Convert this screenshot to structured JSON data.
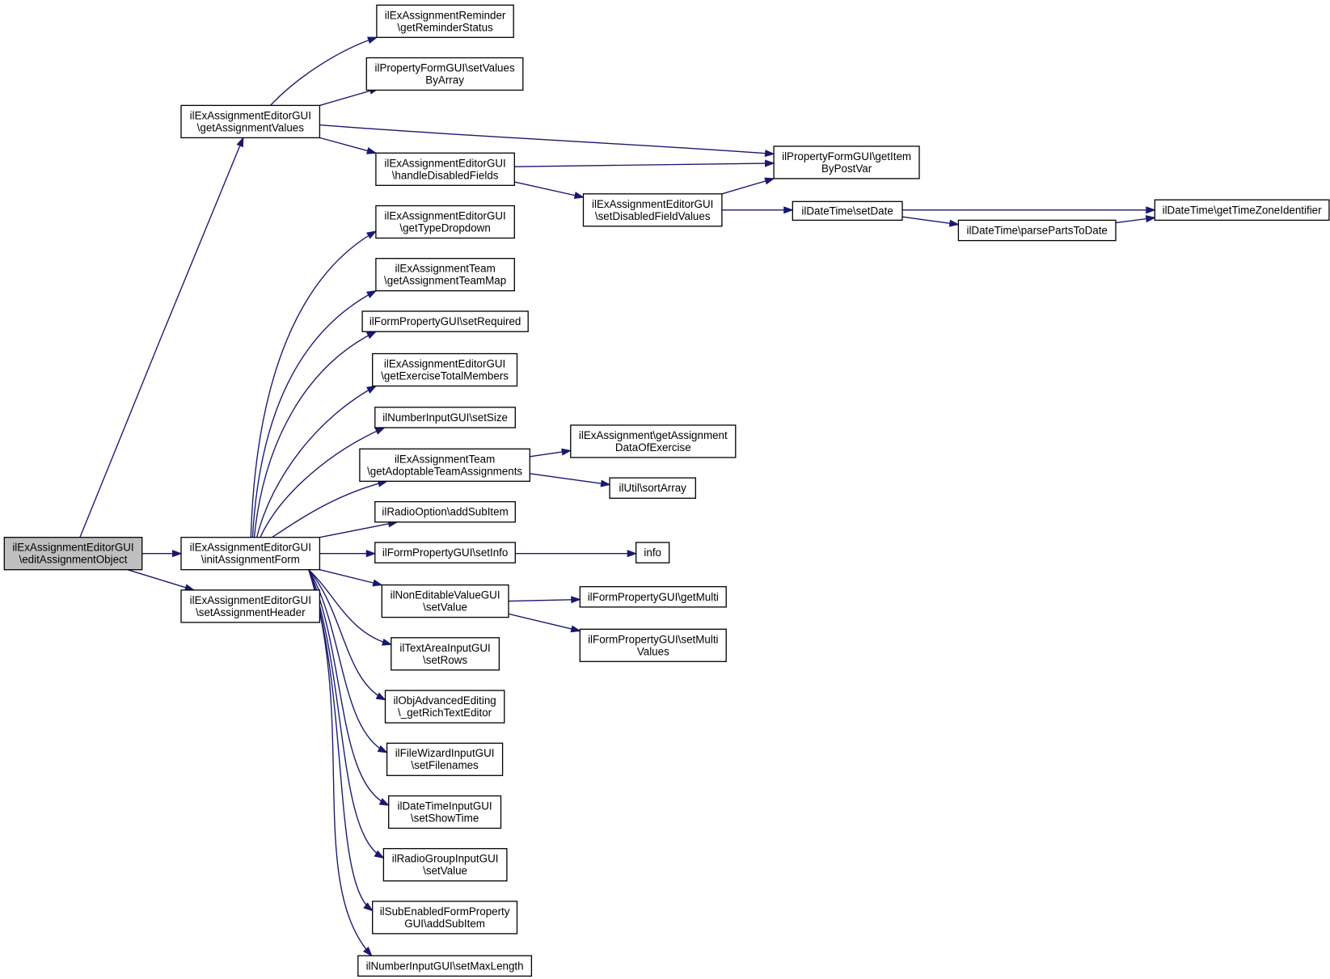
{
  "nodes": [
    {
      "id": "edit",
      "lines": [
        "ilExAssignmentEditorGUI",
        "\\editAssignmentObject"
      ],
      "root": true
    },
    {
      "id": "getAssignmentValues",
      "lines": [
        "ilExAssignmentEditorGUI",
        "\\getAssignmentValues"
      ]
    },
    {
      "id": "initAssignmentForm",
      "lines": [
        "ilExAssignmentEditorGUI",
        "\\initAssignmentForm"
      ]
    },
    {
      "id": "setAssignmentHeader",
      "lines": [
        "ilExAssignmentEditorGUI",
        "\\setAssignmentHeader"
      ]
    },
    {
      "id": "getReminderStatus",
      "lines": [
        "ilExAssignmentReminder",
        "\\getReminderStatus"
      ]
    },
    {
      "id": "setValuesByArray",
      "lines": [
        "ilPropertyFormGUI\\setValues",
        "ByArray"
      ]
    },
    {
      "id": "handleDisabledFields",
      "lines": [
        "ilExAssignmentEditorGUI",
        "\\handleDisabledFields"
      ]
    },
    {
      "id": "getItemByPostVar",
      "lines": [
        "ilPropertyFormGUI\\getItem",
        "ByPostVar"
      ]
    },
    {
      "id": "setDisabledFieldValues",
      "lines": [
        "ilExAssignmentEditorGUI",
        "\\setDisabledFieldValues"
      ]
    },
    {
      "id": "setDate",
      "lines": [
        "ilDateTime\\setDate"
      ]
    },
    {
      "id": "parsePartsToDate",
      "lines": [
        "ilDateTime\\parsePartsToDate"
      ]
    },
    {
      "id": "getTimeZoneIdentifier",
      "lines": [
        "ilDateTime\\getTimeZoneIdentifier"
      ]
    },
    {
      "id": "getTypeDropdown",
      "lines": [
        "ilExAssignmentEditorGUI",
        "\\getTypeDropdown"
      ]
    },
    {
      "id": "getAssignmentTeamMap",
      "lines": [
        "ilExAssignmentTeam",
        "\\getAssignmentTeamMap"
      ]
    },
    {
      "id": "setRequired",
      "lines": [
        "ilFormPropertyGUI\\setRequired"
      ]
    },
    {
      "id": "getExerciseTotalMembers",
      "lines": [
        "ilExAssignmentEditorGUI",
        "\\getExerciseTotalMembers"
      ]
    },
    {
      "id": "setSize",
      "lines": [
        "ilNumberInputGUI\\setSize"
      ]
    },
    {
      "id": "getAdoptableTeamAssignments",
      "lines": [
        "ilExAssignmentTeam",
        "\\getAdoptableTeamAssignments"
      ]
    },
    {
      "id": "getAssignmentDataOfExercise",
      "lines": [
        "ilExAssignment\\getAssignment",
        "DataOfExercise"
      ]
    },
    {
      "id": "sortArray",
      "lines": [
        "ilUtil\\sortArray"
      ]
    },
    {
      "id": "addSubItemRadio",
      "lines": [
        "ilRadioOption\\addSubItem"
      ]
    },
    {
      "id": "setInfo",
      "lines": [
        "ilFormPropertyGUI\\setInfo"
      ]
    },
    {
      "id": "info",
      "lines": [
        "info"
      ]
    },
    {
      "id": "nonEditableSetValue",
      "lines": [
        "ilNonEditableValueGUI",
        "\\setValue"
      ]
    },
    {
      "id": "getMulti",
      "lines": [
        "ilFormPropertyGUI\\getMulti"
      ]
    },
    {
      "id": "setMultiValues",
      "lines": [
        "ilFormPropertyGUI\\setMulti",
        "Values"
      ]
    },
    {
      "id": "setRows",
      "lines": [
        "ilTextAreaInputGUI",
        "\\setRows"
      ]
    },
    {
      "id": "getRichTextEditor",
      "lines": [
        "ilObjAdvancedEditing",
        "\\_getRichTextEditor"
      ]
    },
    {
      "id": "setFilenames",
      "lines": [
        "ilFileWizardInputGUI",
        "\\setFilenames"
      ]
    },
    {
      "id": "setShowTime",
      "lines": [
        "ilDateTimeInputGUI",
        "\\setShowTime"
      ]
    },
    {
      "id": "radioGroupSetValue",
      "lines": [
        "ilRadioGroupInputGUI",
        "\\setValue"
      ]
    },
    {
      "id": "addSubItemSub",
      "lines": [
        "ilSubEnabledFormProperty",
        "GUI\\addSubItem"
      ]
    },
    {
      "id": "setMaxLength",
      "lines": [
        "ilNumberInputGUI\\setMaxLength"
      ]
    }
  ],
  "edges": [
    {
      "from": "edit",
      "to": "getAssignmentValues"
    },
    {
      "from": "edit",
      "to": "initAssignmentForm"
    },
    {
      "from": "edit",
      "to": "setAssignmentHeader"
    },
    {
      "from": "getAssignmentValues",
      "to": "getReminderStatus"
    },
    {
      "from": "getAssignmentValues",
      "to": "setValuesByArray"
    },
    {
      "from": "getAssignmentValues",
      "to": "getItemByPostVar"
    },
    {
      "from": "getAssignmentValues",
      "to": "handleDisabledFields"
    },
    {
      "from": "handleDisabledFields",
      "to": "getItemByPostVar"
    },
    {
      "from": "handleDisabledFields",
      "to": "setDisabledFieldValues"
    },
    {
      "from": "setDisabledFieldValues",
      "to": "getItemByPostVar"
    },
    {
      "from": "setDisabledFieldValues",
      "to": "setDate"
    },
    {
      "from": "setDate",
      "to": "getTimeZoneIdentifier"
    },
    {
      "from": "setDate",
      "to": "parsePartsToDate"
    },
    {
      "from": "parsePartsToDate",
      "to": "getTimeZoneIdentifier"
    },
    {
      "from": "initAssignmentForm",
      "to": "getTypeDropdown"
    },
    {
      "from": "initAssignmentForm",
      "to": "getAssignmentTeamMap"
    },
    {
      "from": "initAssignmentForm",
      "to": "setRequired"
    },
    {
      "from": "initAssignmentForm",
      "to": "getExerciseTotalMembers"
    },
    {
      "from": "initAssignmentForm",
      "to": "setSize"
    },
    {
      "from": "initAssignmentForm",
      "to": "getAdoptableTeamAssignments"
    },
    {
      "from": "initAssignmentForm",
      "to": "addSubItemRadio"
    },
    {
      "from": "initAssignmentForm",
      "to": "setInfo"
    },
    {
      "from": "initAssignmentForm",
      "to": "nonEditableSetValue"
    },
    {
      "from": "initAssignmentForm",
      "to": "setRows"
    },
    {
      "from": "initAssignmentForm",
      "to": "getRichTextEditor"
    },
    {
      "from": "initAssignmentForm",
      "to": "setFilenames"
    },
    {
      "from": "initAssignmentForm",
      "to": "setShowTime"
    },
    {
      "from": "initAssignmentForm",
      "to": "radioGroupSetValue"
    },
    {
      "from": "initAssignmentForm",
      "to": "addSubItemSub"
    },
    {
      "from": "initAssignmentForm",
      "to": "setMaxLength"
    },
    {
      "from": "getAdoptableTeamAssignments",
      "to": "getAssignmentDataOfExercise"
    },
    {
      "from": "getAdoptableTeamAssignments",
      "to": "sortArray"
    },
    {
      "from": "setInfo",
      "to": "info"
    },
    {
      "from": "nonEditableSetValue",
      "to": "getMulti"
    },
    {
      "from": "nonEditableSetValue",
      "to": "setMultiValues"
    }
  ]
}
